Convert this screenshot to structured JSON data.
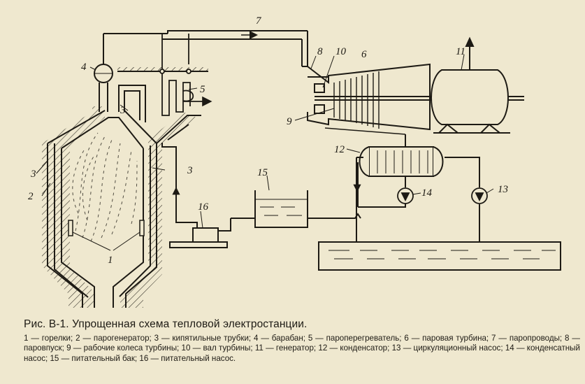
{
  "figure": {
    "caption": "Рис. В-1. Упрощенная схема тепловой электростанции.",
    "legend": [
      "1 — горелки;",
      "2 — парогенератор;",
      "3 — кипятильные трубки;",
      "4 — барабан;",
      "5 — пароперегреватель;",
      "6 — паровая турбина;",
      "7 — паропроводы;",
      "8 — паровпуск;",
      "9 — рабочие колеса турбины;",
      "10 — вал турбины;",
      "11 — генератор;",
      "12 — конденсатор;",
      "13 — циркуляционный насос;",
      "14 — конденсатный насос;",
      "15 — питательный бак;",
      "16 — питательный насос."
    ]
  },
  "callouts": [
    "1",
    "2",
    "3",
    "3",
    "3",
    "4",
    "5",
    "6",
    "7",
    "8",
    "9",
    "10",
    "11",
    "12",
    "13",
    "14",
    "15",
    "16"
  ],
  "colors": {
    "paper": "#efe8cf",
    "ink": "#1d1a14",
    "water": "#e4ddc0"
  }
}
